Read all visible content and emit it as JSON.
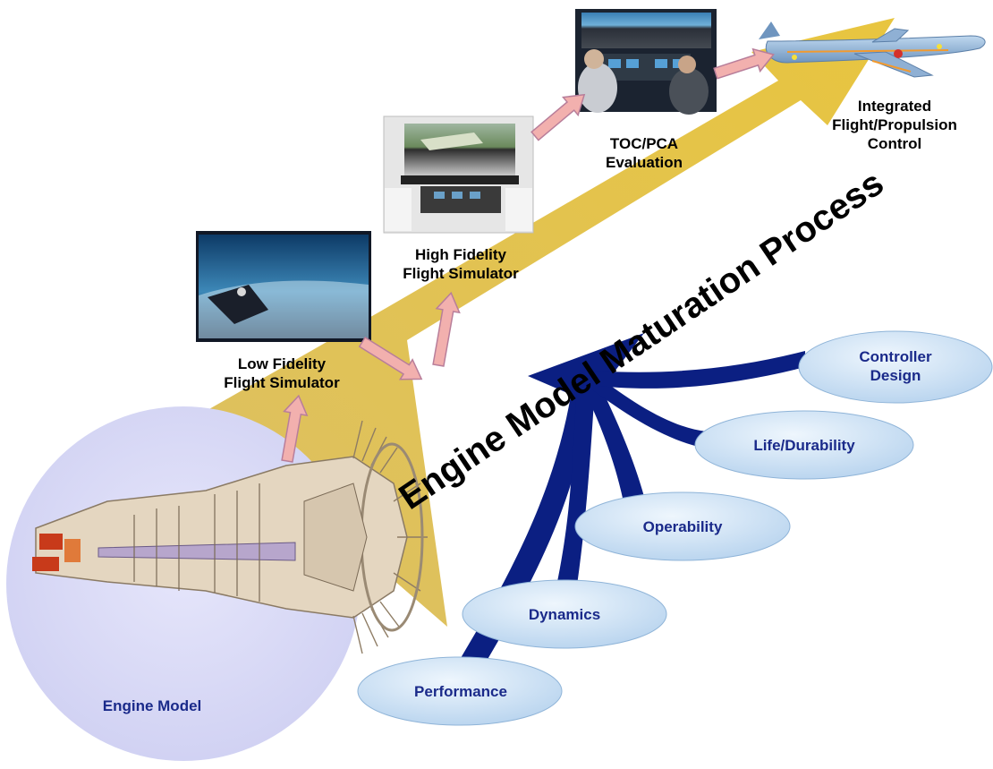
{
  "title": "Engine Model Maturation Process",
  "colors": {
    "big_arrow": "#e2c24a",
    "blue_branches": "#0b1f82",
    "oval_fill": "#c7dff3",
    "oval_text": "#1a2a8a",
    "small_arrows": "#f2a9a9",
    "engine_circle": "#d9d9f7"
  },
  "engine_model": {
    "label": "Engine Model"
  },
  "stages": [
    {
      "id": "low",
      "line1": "Low Fidelity",
      "line2": "Flight Simulator"
    },
    {
      "id": "high",
      "line1": "High Fidelity",
      "line2": "Flight Simulator"
    },
    {
      "id": "toc",
      "line1": "TOC/PCA",
      "line2": "Evaluation"
    },
    {
      "id": "integrated",
      "line1": "Integrated",
      "line2": "Flight/Propulsion",
      "line3": "Control"
    }
  ],
  "disciplines": [
    {
      "label": "Performance"
    },
    {
      "label": "Dynamics"
    },
    {
      "label": "Operability"
    },
    {
      "label": "Life/Durability"
    },
    {
      "label": "Controller",
      "label2": "Design"
    }
  ]
}
